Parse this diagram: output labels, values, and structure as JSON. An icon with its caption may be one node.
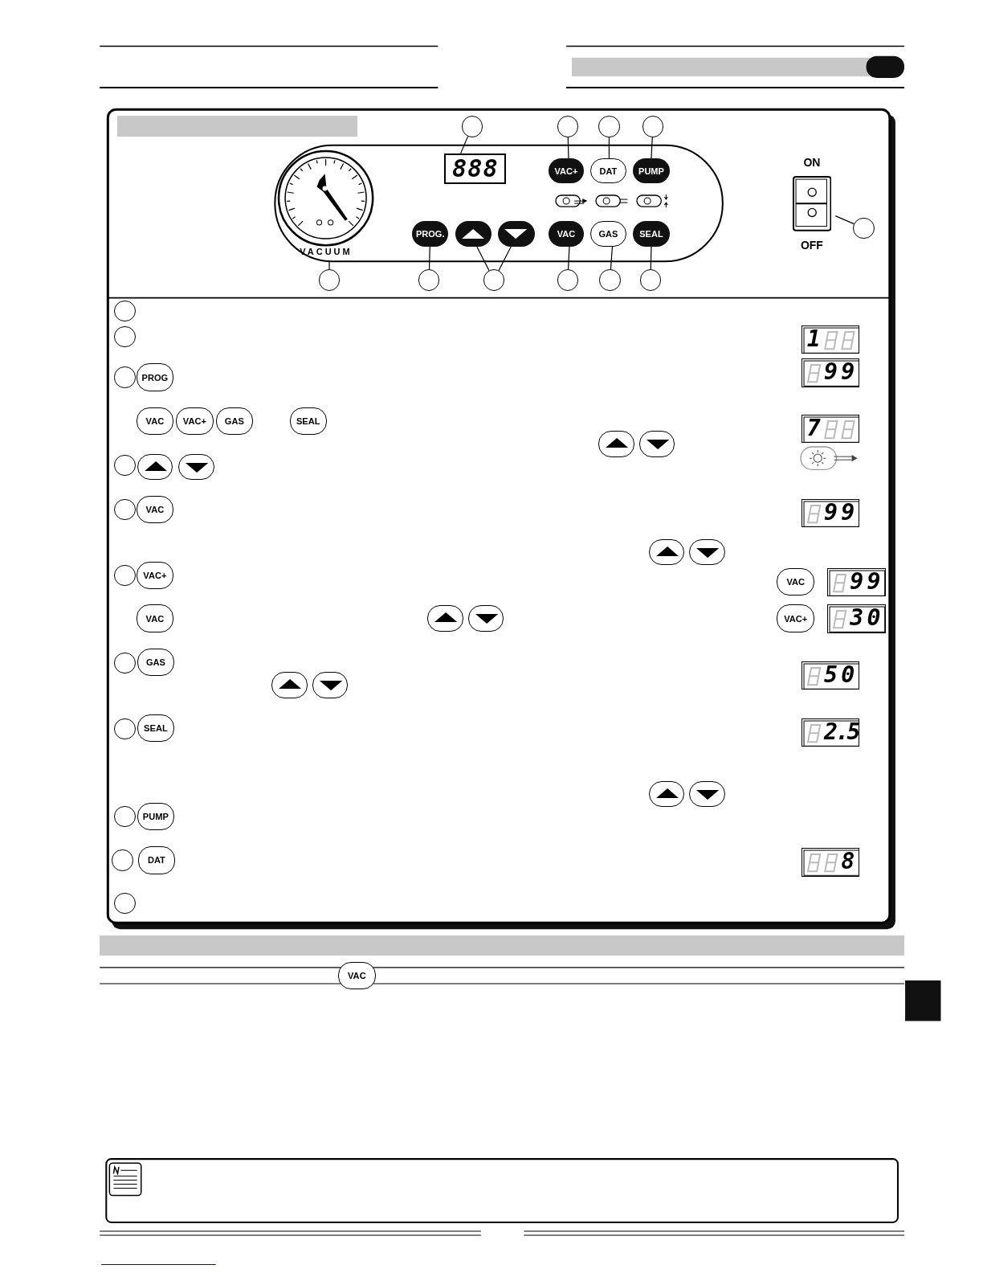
{
  "diagram": {
    "nodes": [
      {
        "text": [],
        "shape": "circle"
      },
      {
        "text": [],
        "shape": "circle"
      },
      {
        "text": [],
        "shape": "circle"
      },
      {
        "text": [],
        "shape": "circle"
      },
      {
        "text": [
          "VACUUM"
        ]
      },
      {
        "text": [
          "888"
        ]
      },
      {
        "text": [
          "VAC+"
        ]
      },
      {
        "text": [
          "DAT"
        ]
      },
      {
        "text": [
          "PUMP"
        ]
      },
      {
        "text": [
          "ON",
          "OFF"
        ]
      },
      {
        "text": [],
        "shape": "circle"
      },
      {
        "text": [
          "PROG."
        ]
      },
      {
        "text": [],
        "shape": "button"
      },
      {
        "text": [],
        "shape": "button"
      },
      {
        "text": [
          "VAC"
        ]
      },
      {
        "text": [
          "GAS"
        ]
      },
      {
        "text": [
          "SEAL"
        ]
      },
      {
        "text": [],
        "shape": "circle"
      },
      {
        "text": [],
        "shape": "circle"
      },
      {
        "text": [],
        "shape": "circle"
      },
      {
        "text": [],
        "shape": "circle"
      },
      {
        "text": [],
        "shape": "circle"
      },
      {
        "text": [],
        "shape": "circle"
      },
      {
        "text": [],
        "shape": "circle"
      },
      {
        "text": [],
        "shape": "circle"
      },
      {
        "text": [],
        "shape": "circle"
      },
      {
        "text": [],
        "shape": "circle"
      },
      {
        "text": [],
        "shape": "circle"
      },
      {
        "text": [],
        "shape": "circle"
      },
      {
        "text": [],
        "shape": "circle"
      },
      {
        "text": [],
        "shape": "circle"
      },
      {
        "text": [],
        "shape": "circle"
      },
      {
        "text": [],
        "shape": "circle"
      },
      {
        "text": [],
        "shape": "circle"
      },
      {
        "text": [],
        "shape": "bar"
      },
      {
        "text": [],
        "shape": "bar"
      },
      {
        "text": [
          "1"
        ]
      },
      {
        "text": [
          "99"
        ]
      },
      {
        "text": [
          "7"
        ]
      },
      {
        "text": [
          "99"
        ]
      },
      {
        "text": [
          "99"
        ]
      },
      {
        "text": [
          "30"
        ]
      },
      {
        "text": [
          "50"
        ]
      },
      {
        "text": [
          "2.5"
        ]
      },
      {
        "text": [
          "8"
        ]
      }
    ],
    "edges": [
      {
        "from": 0,
        "to": 5,
        "arrow": "none"
      },
      {
        "from": 1,
        "to": 6,
        "arrow": "none"
      },
      {
        "from": 2,
        "to": 7,
        "arrow": "none"
      },
      {
        "from": 3,
        "to": 8,
        "arrow": "none"
      },
      {
        "from": 10,
        "to": 9,
        "arrow": "none"
      },
      {
        "from": 17,
        "to": 4,
        "arrow": "none"
      },
      {
        "from": 18,
        "to": 11,
        "arrow": "none"
      },
      {
        "from": 19,
        "to": 12,
        "arrow": "none"
      },
      {
        "from": 19,
        "to": 13,
        "arrow": "none"
      },
      {
        "from": 20,
        "to": 14,
        "arrow": "none"
      },
      {
        "from": 21,
        "to": 15,
        "arrow": "none"
      },
      {
        "from": 22,
        "to": 16,
        "arrow": "none"
      }
    ],
    "labels": [
      "PROG",
      "VAC",
      "VAC+",
      "GAS",
      "SEAL",
      "VAC",
      "VAC+",
      "VAC",
      "VAC",
      "VAC+",
      "GAS",
      "SEAL",
      "PUMP",
      "DAT",
      "VAC"
    ]
  }
}
